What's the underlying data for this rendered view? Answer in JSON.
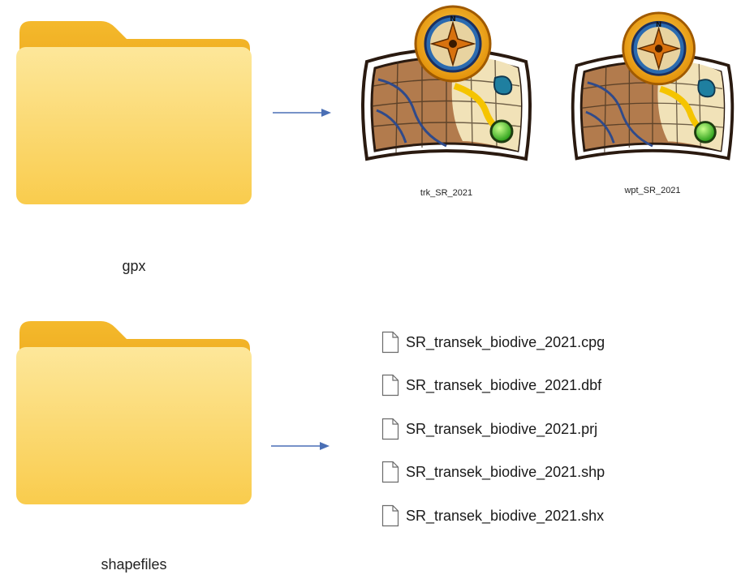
{
  "folders": [
    {
      "label": "gpx",
      "icon": "folder-icon"
    },
    {
      "label": "shapefiles",
      "icon": "folder-icon"
    }
  ],
  "gpx_files": [
    {
      "label": "trk_SR_2021",
      "icon": "gpx-map-compass-icon"
    },
    {
      "label": "wpt_SR_2021",
      "icon": "gpx-map-compass-icon"
    }
  ],
  "shapefile_files": [
    {
      "label": "SR_transek_biodive_2021.cpg",
      "icon": "document-icon"
    },
    {
      "label": "SR_transek_biodive_2021.dbf",
      "icon": "document-icon"
    },
    {
      "label": "SR_transek_biodive_2021.prj",
      "icon": "document-icon"
    },
    {
      "label": "SR_transek_biodive_2021.shp",
      "icon": "document-icon"
    },
    {
      "label": "SR_transek_biodive_2021.shx",
      "icon": "document-icon"
    }
  ],
  "colors": {
    "folder_back": "#f7c444",
    "folder_front": "#fcd973",
    "arrow": "#4a6fb5"
  }
}
